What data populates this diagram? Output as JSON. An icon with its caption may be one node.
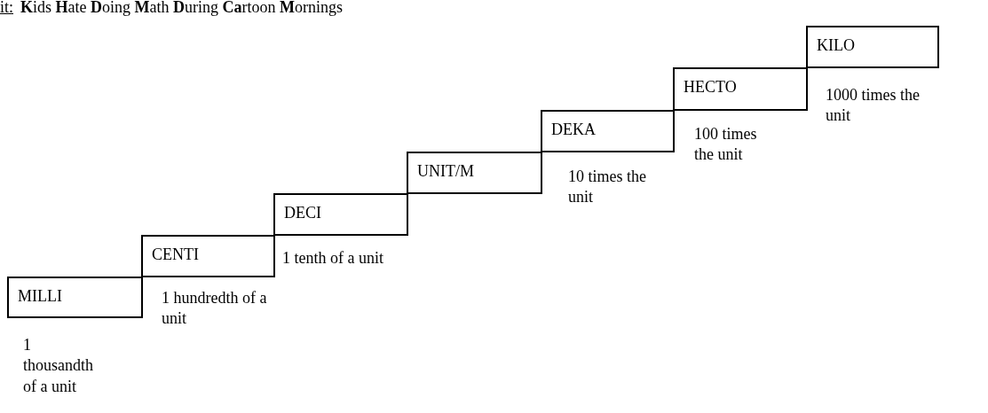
{
  "diagram": {
    "nodes": [
      {
        "text": [
          "MILLI"
        ],
        "beside": [
          "1 thousandth of a unit"
        ]
      },
      {
        "text": [
          "CENTI"
        ],
        "beside": [
          "1 hundredth of a unit"
        ]
      },
      {
        "text": [
          "DECI"
        ],
        "beside": [
          "1 tenth of a unit"
        ]
      },
      {
        "text": [
          "UNIT/M"
        ]
      },
      {
        "text": [
          "DEKA"
        ],
        "beside": [
          "10 times the unit"
        ]
      },
      {
        "text": [
          "HECTO"
        ],
        "beside": [
          "100 times the unit"
        ]
      },
      {
        "text": [
          "KILO"
        ],
        "beside": [
          "1000 times the unit"
        ]
      }
    ],
    "labels": [
      "it:",
      "**K**ids **H**ate **D**oing **M**ath **D**uring **Ca**rtoon **M**ornings"
    ]
  }
}
